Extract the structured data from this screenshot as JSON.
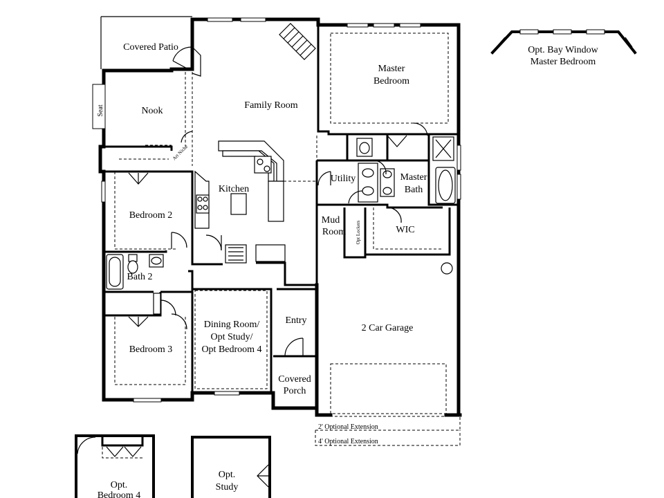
{
  "rooms": {
    "covered_patio": "Covered Patio",
    "nook": "Nook",
    "seat": "Seat",
    "art_niche": "Art Niche",
    "family_room": "Family Room",
    "kitchen": "Kitchen",
    "master_bedroom": [
      "Master",
      "Bedroom"
    ],
    "bedroom_2": "Bedroom 2",
    "bath_2": "Bath 2",
    "bedroom_3": "Bedroom 3",
    "utility": "Utility",
    "master_bath": [
      "Master",
      "Bath"
    ],
    "mud_room": [
      "Mud",
      "Room"
    ],
    "opt_lockers": "Opt Lockers",
    "wic": "WIC",
    "dining": [
      "Dining Room/",
      "Opt Study/",
      "Opt Bedroom 4"
    ],
    "entry": "Entry",
    "covered_porch": [
      "Covered",
      "Porch"
    ],
    "garage": "2 Car Garage"
  },
  "extensions": {
    "ext_2": "2'  Optional Extension",
    "ext_4": "4'  Optional Extension"
  },
  "options": {
    "bay_window": [
      "Opt. Bay Window",
      "Master Bedroom"
    ],
    "opt_bedroom_4": [
      "Opt.",
      "Bedroom 4"
    ],
    "opt_study": [
      "Opt.",
      "Study"
    ]
  }
}
